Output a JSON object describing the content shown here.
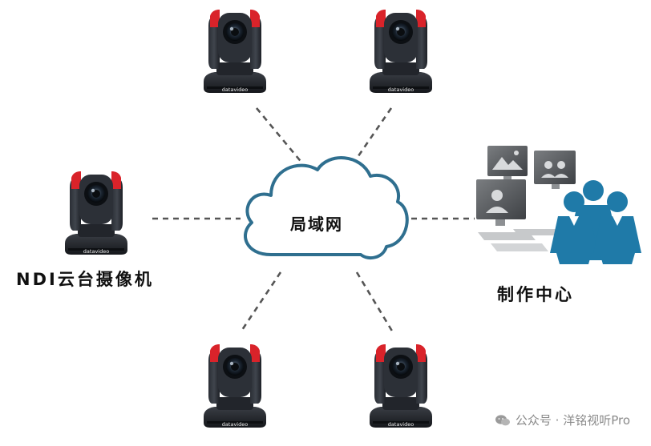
{
  "network": {
    "label": "局域网"
  },
  "camera": {
    "label": "NDI云台摄像机",
    "brand": "datavideo"
  },
  "production": {
    "label": "制作中心"
  },
  "watermark": {
    "icon": "wechat-icon",
    "text": "公众号 · 洋铭视听Pro"
  },
  "colors": {
    "cloud_stroke": "#2f6f8f",
    "people": "#1f7aa8",
    "camera_body": "#1c1f24",
    "camera_accent": "#d9232a",
    "dashed_line": "#555555"
  }
}
